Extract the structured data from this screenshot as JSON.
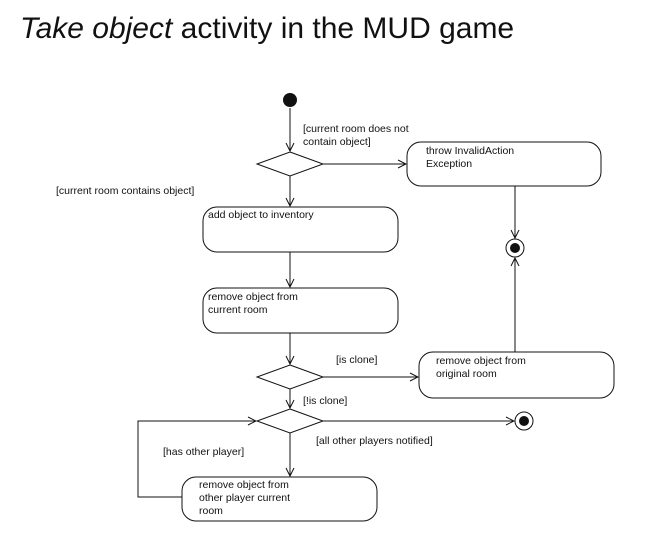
{
  "title": {
    "italic": "Take object",
    "rest": " activity in the MUD game"
  },
  "nodes": {
    "throw": [
      "throw InvalidAction",
      "Exception"
    ],
    "add": [
      "add object to inventory"
    ],
    "remove_current": [
      "remove object from",
      "current room"
    ],
    "remove_original": [
      "remove object from",
      "original room"
    ],
    "remove_other": [
      "remove object from",
      "other player current",
      "room"
    ]
  },
  "guards": {
    "not_contain": [
      "[current room does not",
      "contain object]"
    ],
    "contains": "[current room contains object]",
    "is_clone": "[is clone]",
    "not_clone": "[!is clone]",
    "has_other": "[has other player]",
    "all_notified": "[all other players notified]"
  }
}
